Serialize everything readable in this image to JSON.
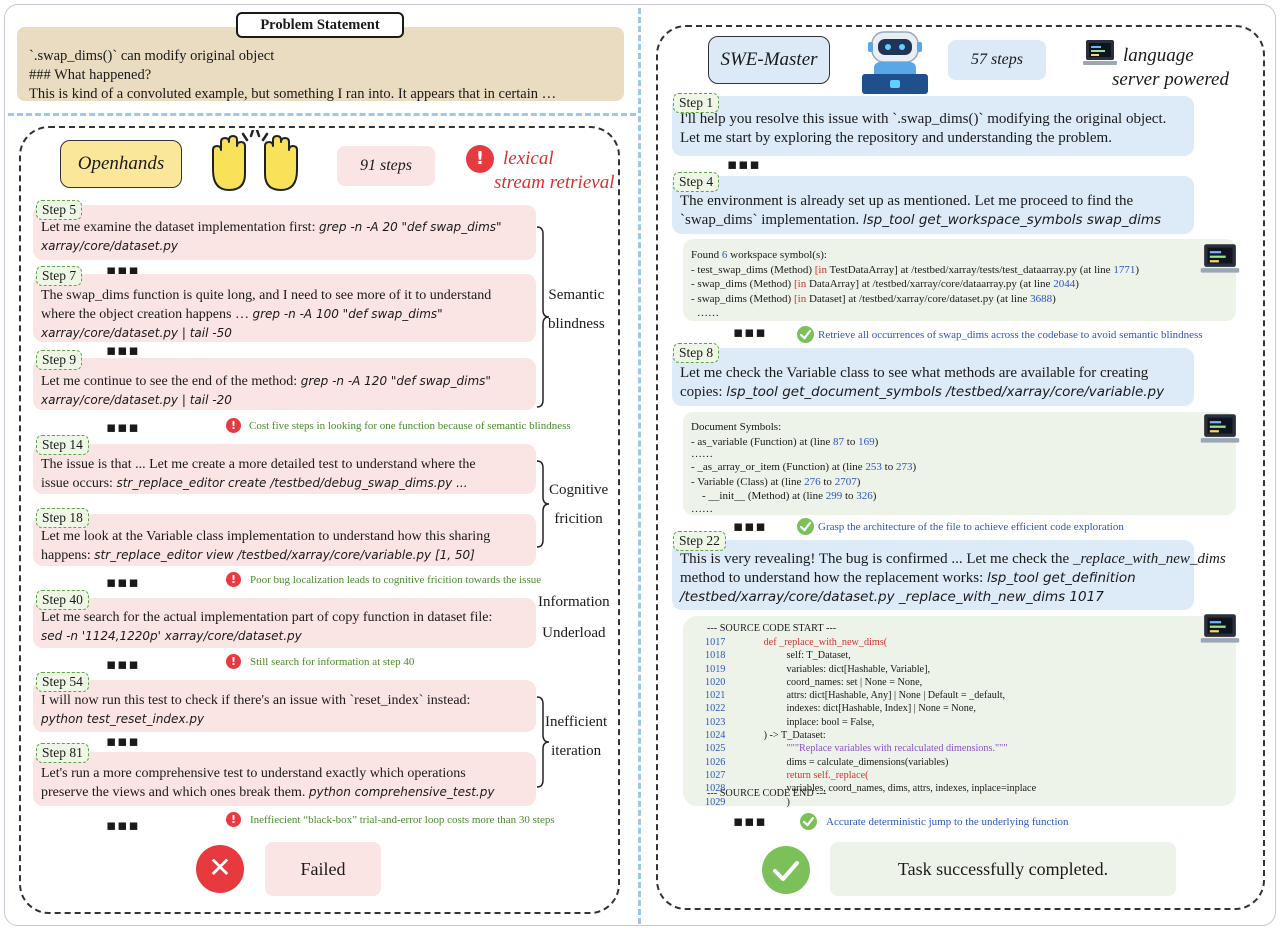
{
  "problem": {
    "title": "Problem Statement",
    "lines": [
      "`.swap_dims()` can modify original object",
      "### What happened?",
      "This is kind of a convoluted example, but something I ran into. It appears that in certain …"
    ]
  },
  "left": {
    "title": "Openhands",
    "steps_count": "91 steps",
    "tag": [
      "lexical",
      "stream retrieval"
    ],
    "cards": [
      {
        "step": "Step 5",
        "lines": [
          "Let me examine the dataset implementation first: "
        ],
        "cmd_inline": "grep -n -A 20 \"def swap_dims\"",
        "cmd_lines": [
          "xarray/core/dataset.py"
        ]
      },
      {
        "step": "Step 7",
        "lines": [
          "The swap_dims function is quite long, and I need to see more of it to understand",
          "where the object creation happens … "
        ],
        "cmd_inline": "grep -n -A 100 \"def swap_dims\"",
        "cmd_lines": [
          "xarray/core/dataset.py  | tail -50"
        ]
      },
      {
        "step": "Step 9",
        "lines": [
          "Let me continue to see the end of the method: "
        ],
        "cmd_inline": "grep -n -A 120 \"def swap_dims\"",
        "cmd_lines": [
          "xarray/core/dataset.py  | tail -20"
        ]
      },
      {
        "step": "Step 14",
        "lines": [
          "The issue is that ... Let me create a more detailed test to understand where the",
          "issue occurs: "
        ],
        "cmd_inline": "str_replace_editor create /testbed/debug_swap_dims.py ...",
        "cmd_lines": []
      },
      {
        "step": "Step 18",
        "lines": [
          "Let me look at the Variable class implementation to understand how this sharing",
          "happens: "
        ],
        "cmd_inline": "str_replace_editor view /testbed/xarray/core/variable.py [1, 50]",
        "cmd_lines": []
      },
      {
        "step": "Step 40",
        "lines": [
          "Let me search for the actual implementation part of copy function in dataset file:"
        ],
        "cmd_inline": "",
        "cmd_lines": [
          "sed -n '1124,1220p' xarray/core/dataset.py"
        ]
      },
      {
        "step": "Step 54",
        "lines": [
          "I will now run this test to check if there's an issue with `reset_index` instead:"
        ],
        "cmd_inline": "",
        "cmd_lines": [
          "python test_reset_index.py"
        ]
      },
      {
        "step": "Step 81",
        "lines": [
          "Let's run a more comprehensive test to understand exactly which operations",
          "preserve the views and which ones break them. "
        ],
        "cmd_inline": "python comprehensive_test.py",
        "cmd_lines": []
      }
    ],
    "braces": [
      {
        "label": [
          "Semantic",
          "blindness"
        ]
      },
      {
        "label": [
          "Cognitive",
          "fricition"
        ]
      },
      {
        "label": [
          "Information",
          "Underload"
        ]
      },
      {
        "label": [
          "Inefficient",
          "iteration"
        ]
      }
    ],
    "notes": [
      "Cost five steps in looking for one function because of semantic blindness",
      "Poor bug localization leads to cognitive fricition towards the issue",
      "Still search for information at step 40",
      "Ineffiecient  “black-box” trial-and-error loop costs more than 30 steps"
    ],
    "result": "Failed",
    "colors": {
      "alert": "#e63a3f",
      "note": "#4a8a2a"
    }
  },
  "right": {
    "title": "SWE-Master",
    "steps_count": "57 steps",
    "tag": [
      "language",
      "server powered"
    ],
    "cards": [
      {
        "step": "Step 1",
        "lines": [
          "I'll help you resolve this issue with `.swap_dims()` modifying the original object.",
          "Let me start by exploring the repository and understanding the problem."
        ]
      },
      {
        "step": "Step 4",
        "lines": [
          "The environment is already set up as mentioned. Let me proceed to find the",
          "`swap_dims` implementation. "
        ],
        "cmd": "lsp_tool get_workspace_symbols swap_dims"
      },
      {
        "step": "Step 8",
        "lines": [
          "Let me check the Variable class to see what methods are available for creating",
          "copies: "
        ],
        "cmd": "lsp_tool get_document_symbols /testbed/xarray/core/variable.py"
      },
      {
        "step": "Step 22",
        "lines": [
          "This is very revealing! The bug is confirmed ... Let me check the ",
          "method to understand how the replacement works: "
        ],
        "italic": "_replace_with_new_dims",
        "cmd": "lsp_tool get_definition",
        "cmd2": "/testbed/xarray/core/dataset.py _replace_with_new_dims 1017"
      }
    ],
    "workspace_output": {
      "header_pre": "Found ",
      "count": "6",
      "header_post": " workspace symbol(s):",
      "rows": [
        {
          "pre": "- test_swap_dims (Method) ",
          "in": "[in",
          "cls": " TestDataArray]",
          "path": " at /testbed/xarray/tests/test_dataarray.py (at line ",
          "line": "1771",
          "end": ")"
        },
        {
          "pre": "  - swap_dims (Method) ",
          "in": "[in",
          "cls": " DataArray]",
          "path": " at /testbed/xarray/core/dataarray.py (at line ",
          "line": "2044",
          "end": ")"
        },
        {
          "pre": "  - swap_dims (Method) ",
          "in": "[in",
          "cls": " Dataset]",
          "path": " at /testbed/xarray/core/dataset.py (at line ",
          "line": "3688",
          "end": ")"
        }
      ],
      "ellipsis": "……"
    },
    "document_output": {
      "header": "Document Symbols:",
      "rows": [
        {
          "pre": "- as_variable (Function) at (line ",
          "a": "87",
          "mid": " to ",
          "b": "169",
          "end": ")"
        },
        {
          "pre": "……",
          "a": "",
          "mid": "",
          "b": "",
          "end": ""
        },
        {
          "pre": "- _as_array_or_item (Function) at (line ",
          "a": "253",
          "mid": " to ",
          "b": "273",
          "end": ")"
        },
        {
          "pre": "- Variable (Class) at (line ",
          "a": "276",
          "mid": " to ",
          "b": "2707",
          "end": ")"
        },
        {
          "pre": "    - __init__ (Method) at (line ",
          "a": "299",
          "mid": " to ",
          "b": "326",
          "end": ")"
        },
        {
          "pre": "……",
          "a": "",
          "mid": "",
          "b": "",
          "end": ""
        }
      ]
    },
    "source": {
      "start": "--- SOURCE CODE START ---",
      "end": "--- SOURCE CODE END ---",
      "lines": [
        {
          "n": "1017",
          "code": "         def _replace_with_new_dims("
        },
        {
          "n": "1018",
          "code": "                  self: T_Dataset,"
        },
        {
          "n": "1019",
          "code": "                  variables: dict[Hashable, Variable],"
        },
        {
          "n": "1020",
          "code": "                  coord_names: set | None = None,"
        },
        {
          "n": "1021",
          "code": "                  attrs: dict[Hashable, Any] | None | Default = _default,"
        },
        {
          "n": "1022",
          "code": "                  indexes: dict[Hashable, Index] | None = None,"
        },
        {
          "n": "1023",
          "code": "                  inplace: bool = False,"
        },
        {
          "n": "1024",
          "code": "         ) -> T_Dataset:"
        },
        {
          "n": "1025",
          "code": "                  \"\"\"Replace variables with recalculated dimensions.\"\"\""
        },
        {
          "n": "1026",
          "code": "                  dims = calculate_dimensions(variables)"
        },
        {
          "n": "1027",
          "code": "                  return self._replace("
        },
        {
          "n": "1028",
          "code": "                  variables, coord_names, dims, attrs, indexes, inplace=inplace"
        },
        {
          "n": "1029",
          "code": "                  )"
        }
      ]
    },
    "notes": [
      "Retrieve all occurrences of swap_dims across the codebase to avoid semantic blindness",
      "Grasp the architecture of the file to achieve efficient code exploration",
      "Accurate deterministic jump to the underlying function"
    ],
    "result": "Task successfully completed.",
    "colors": {
      "ok": "#7cc05a",
      "note": "#2a55c4"
    }
  },
  "icons": {
    "hands": "raised-hands-icon",
    "robot": "robot-at-laptop-icon",
    "laptop": "laptop-code-icon",
    "alert": "exclamation-icon",
    "check": "check-icon",
    "fail": "x-icon"
  }
}
